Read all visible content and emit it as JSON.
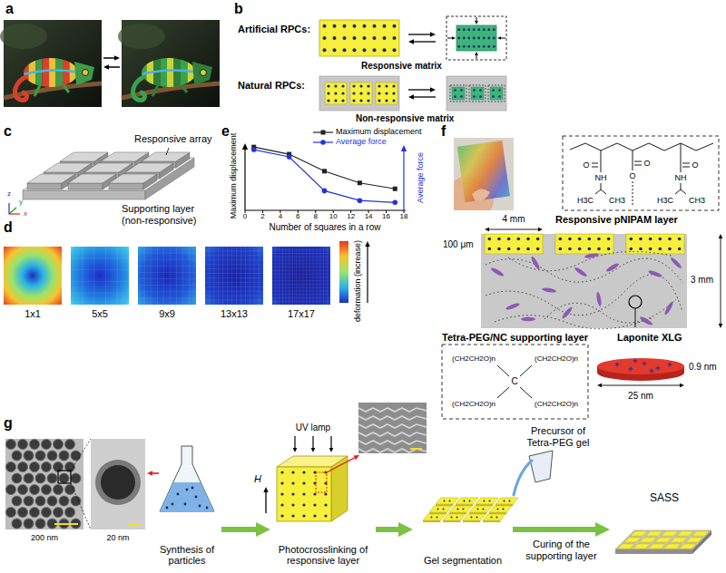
{
  "diagram": {
    "nodes": [
      {
        "text": [
          "Synthesis of particles"
        ]
      },
      {
        "text": [
          "Photocrosslinking of responsive layer"
        ]
      },
      {
        "text": [
          "Gel segmentation"
        ]
      },
      {
        "text": [
          "SASS"
        ]
      }
    ],
    "edges": [
      {
        "from": 0,
        "to": 1,
        "arrow": "to"
      },
      {
        "from": 1,
        "to": 2,
        "arrow": "to"
      },
      {
        "from": 2,
        "to": 3,
        "arrow": "to",
        "label": "Curing of the supporting layer"
      }
    ],
    "labels": [
      "a",
      "b",
      "c",
      "d",
      "e",
      "f",
      "g",
      "Artificial RPCs:",
      "Responsive matrix",
      "Natural RPCs:",
      "Non-responsive matrix",
      "Responsive array",
      "Supporting layer (non-responsive)",
      "x",
      "y",
      "z",
      "1x1",
      "5x5",
      "9x9",
      "13x13",
      "17x17",
      "deformation (increase)",
      "Maximum displacement",
      "Average force",
      "0",
      "2",
      "4",
      "6",
      "8",
      "10",
      "12",
      "14",
      "16",
      "18",
      "Number of squares in a row",
      "Responsive pNIPAM layer",
      "4 mm",
      "100 μm",
      "3 mm",
      "Tetra-PEG/NC supporting layer",
      "Laponite XLG",
      "0.9 nm",
      "25 nm",
      "O",
      "NH",
      "H3C",
      "CH3",
      "O",
      "O",
      "O",
      "NH",
      "H3C",
      "CH3",
      "C",
      "(CH2CH2O)n",
      "(CH2CH2O)n",
      "(CH2CH2O)n",
      "(CH2CH2O)n",
      "200 nm",
      "20 nm",
      "UV lamp",
      "H",
      "Precursor of Tetra-PEG gel"
    ],
    "legend": [
      {
        "text": "Maximum displacement"
      },
      {
        "text": "Average force"
      }
    ]
  }
}
